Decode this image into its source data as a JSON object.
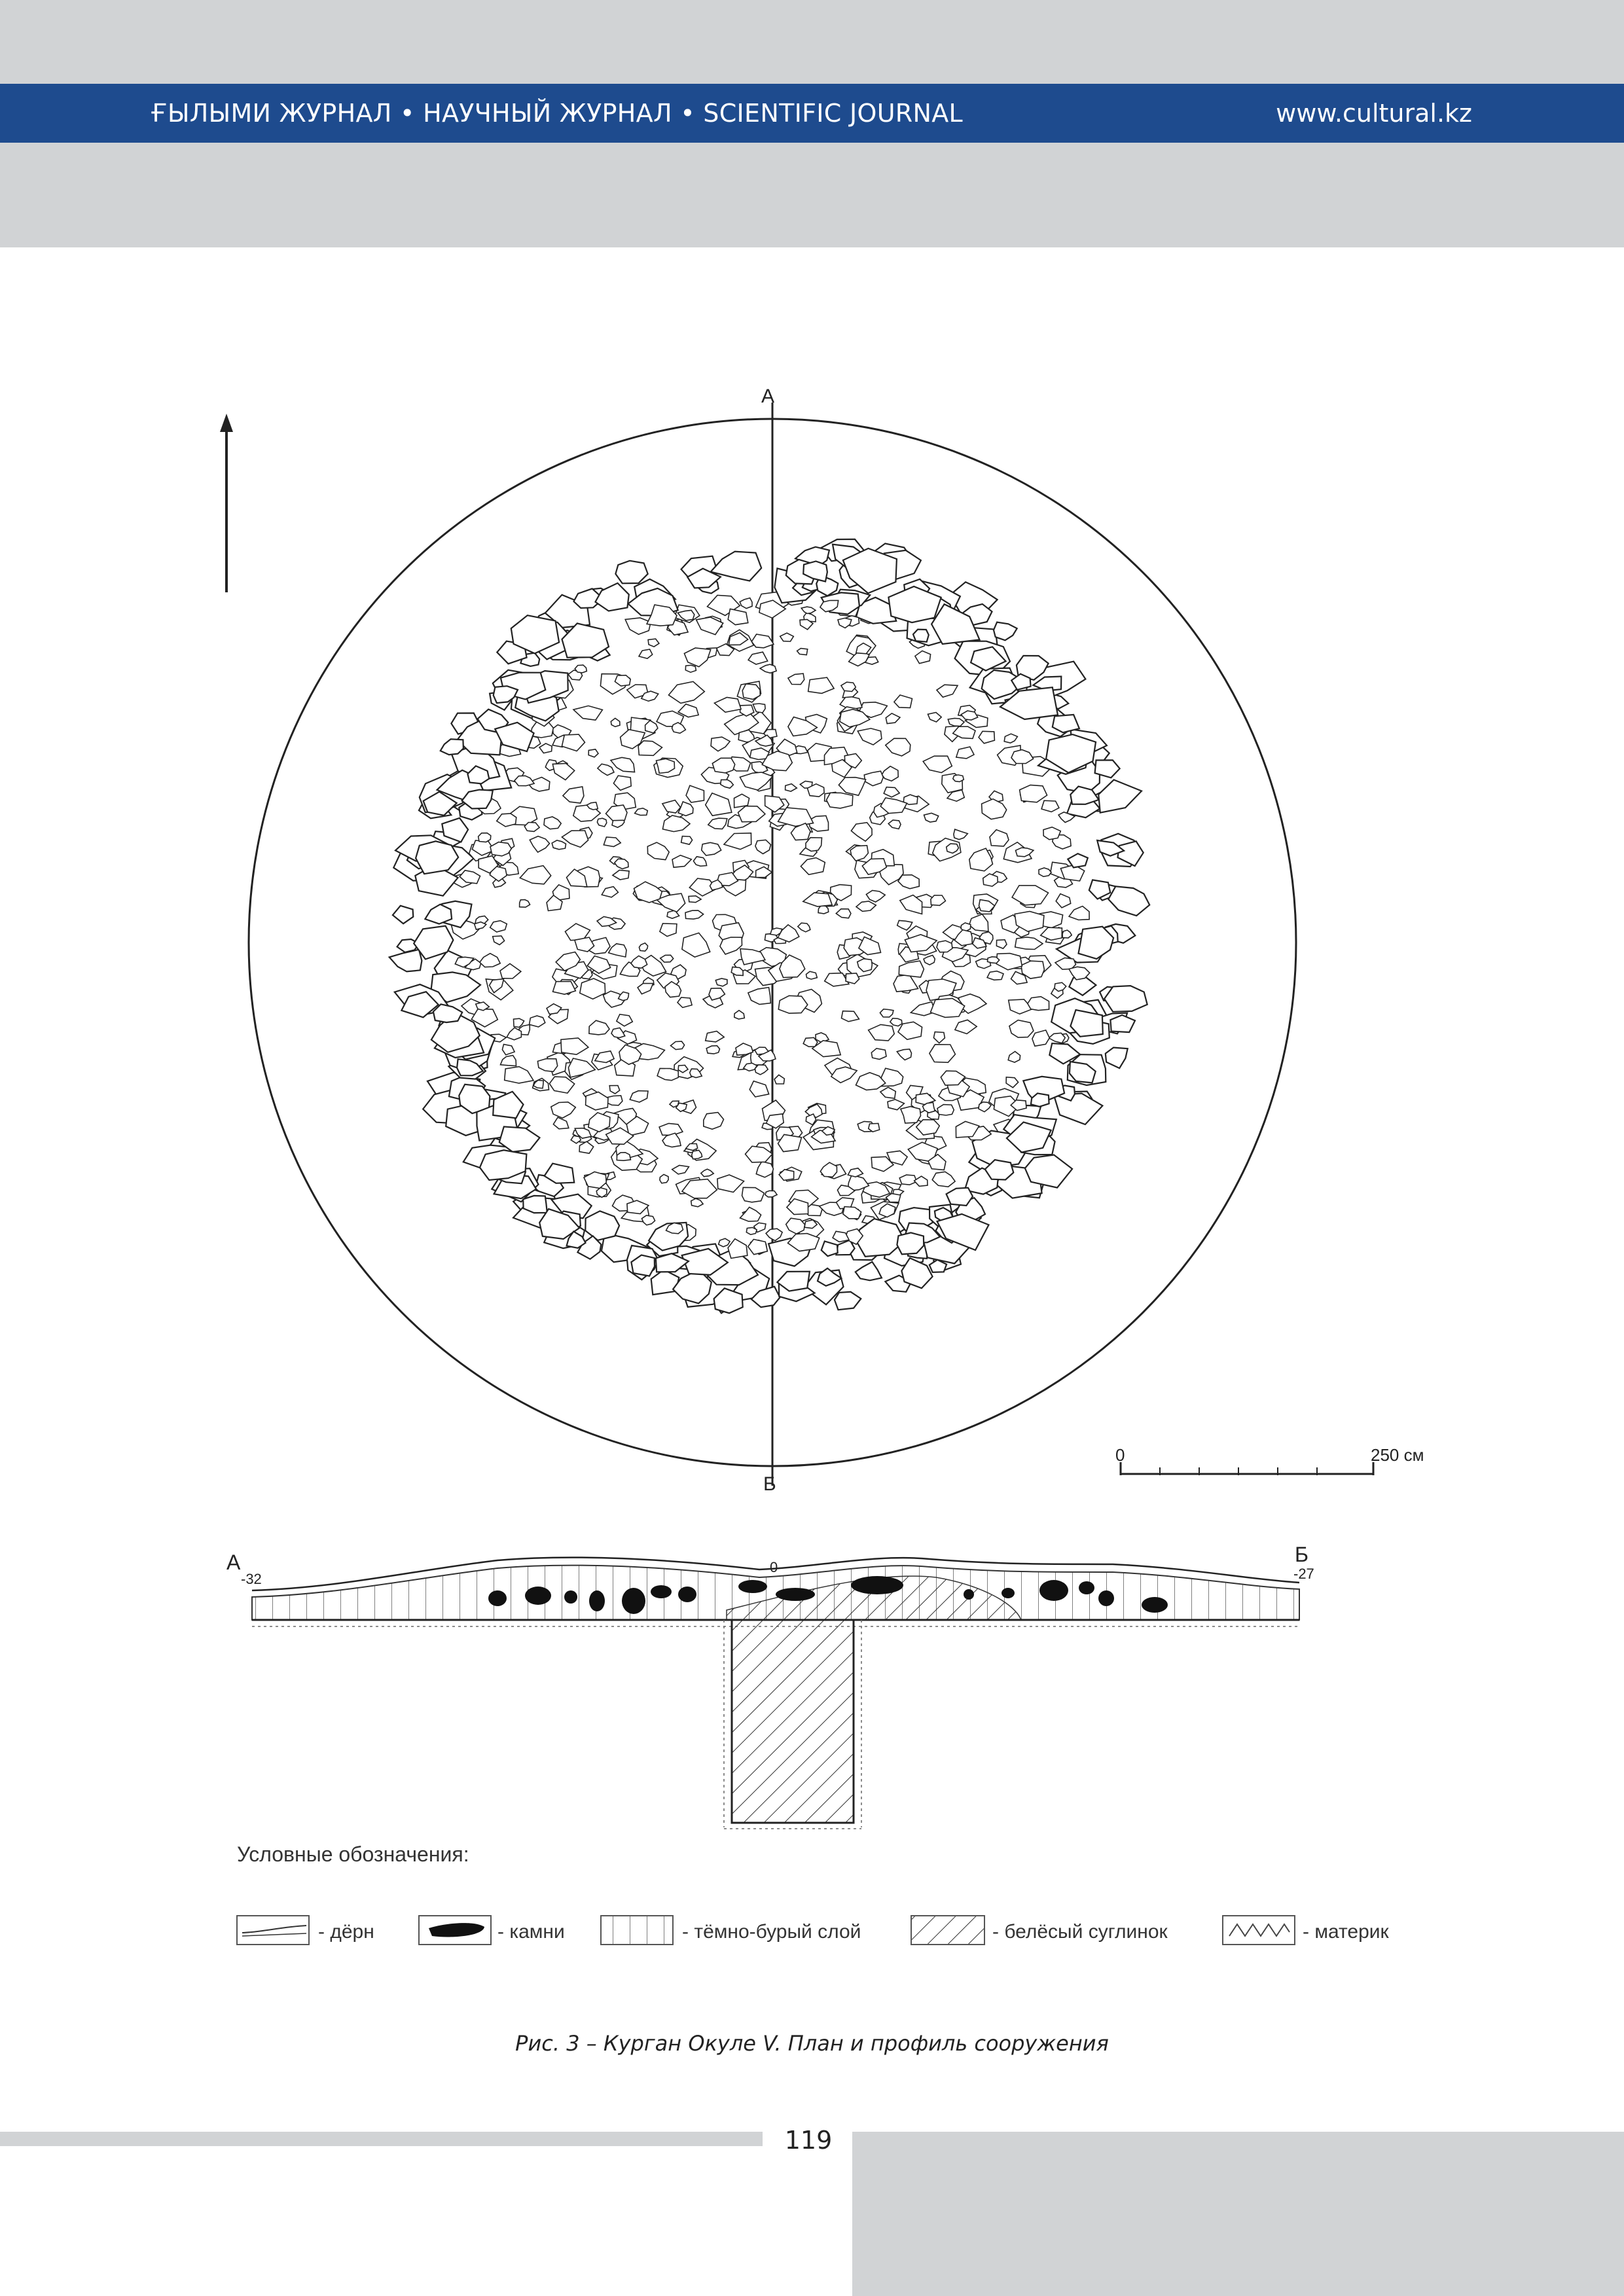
{
  "header": {
    "left_text": "ҒЫЛЫМИ ЖУРНАЛ • НАУЧНЫЙ ЖУРНАЛ • SCIENTIFIC JOURNAL",
    "right_text": "www.cultural.kz",
    "band_color": "#1e4b8e"
  },
  "figure": {
    "plan": {
      "label_top": "А",
      "label_bottom": "Б",
      "scale_zero": "0",
      "scale_end": "250 см",
      "north_arrow_icon": "north-arrow-icon"
    },
    "profile": {
      "label_left": "А",
      "label_right": "Б",
      "elev_left": "-32",
      "elev_right": "-27",
      "elev_center": "0"
    },
    "legend": {
      "title": "Условные обозначения:",
      "items": [
        {
          "label": "- дёрн"
        },
        {
          "label": "- камни"
        },
        {
          "label": "- тёмно-бурый слой"
        },
        {
          "label": "- белёсый суглинок"
        },
        {
          "label": "- материк"
        }
      ]
    }
  },
  "caption": "Рис. 3 – Курган Окуле V. План и профиль сооружения",
  "page_number": "119"
}
